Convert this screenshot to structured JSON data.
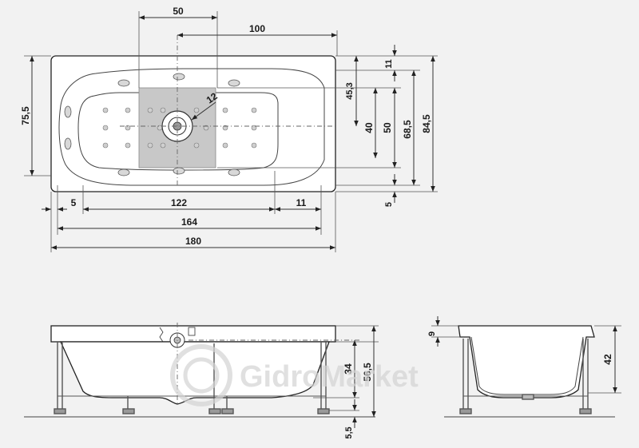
{
  "dimensions": {
    "top": {
      "d50": "50",
      "d100": "100",
      "d12": "12",
      "d75_5": "75,5",
      "d11_top": "11",
      "d45_3": "45,3",
      "d40": "40",
      "d50_right": "50",
      "d68_5": "68,5",
      "d84_5": "84,5",
      "d5_right": "5",
      "d5_left": "5",
      "d122": "122",
      "d11_bottom": "11",
      "d164": "164",
      "d180": "180"
    },
    "side": {
      "d34": "34",
      "d56_5": "56,5",
      "d5_5": "5,5"
    },
    "end": {
      "d9": "9",
      "d42": "42"
    }
  },
  "watermark": "GidroMarket",
  "colors": {
    "background": "#f2f2f2",
    "panel": "#c8c8c8",
    "line": "#222222"
  }
}
